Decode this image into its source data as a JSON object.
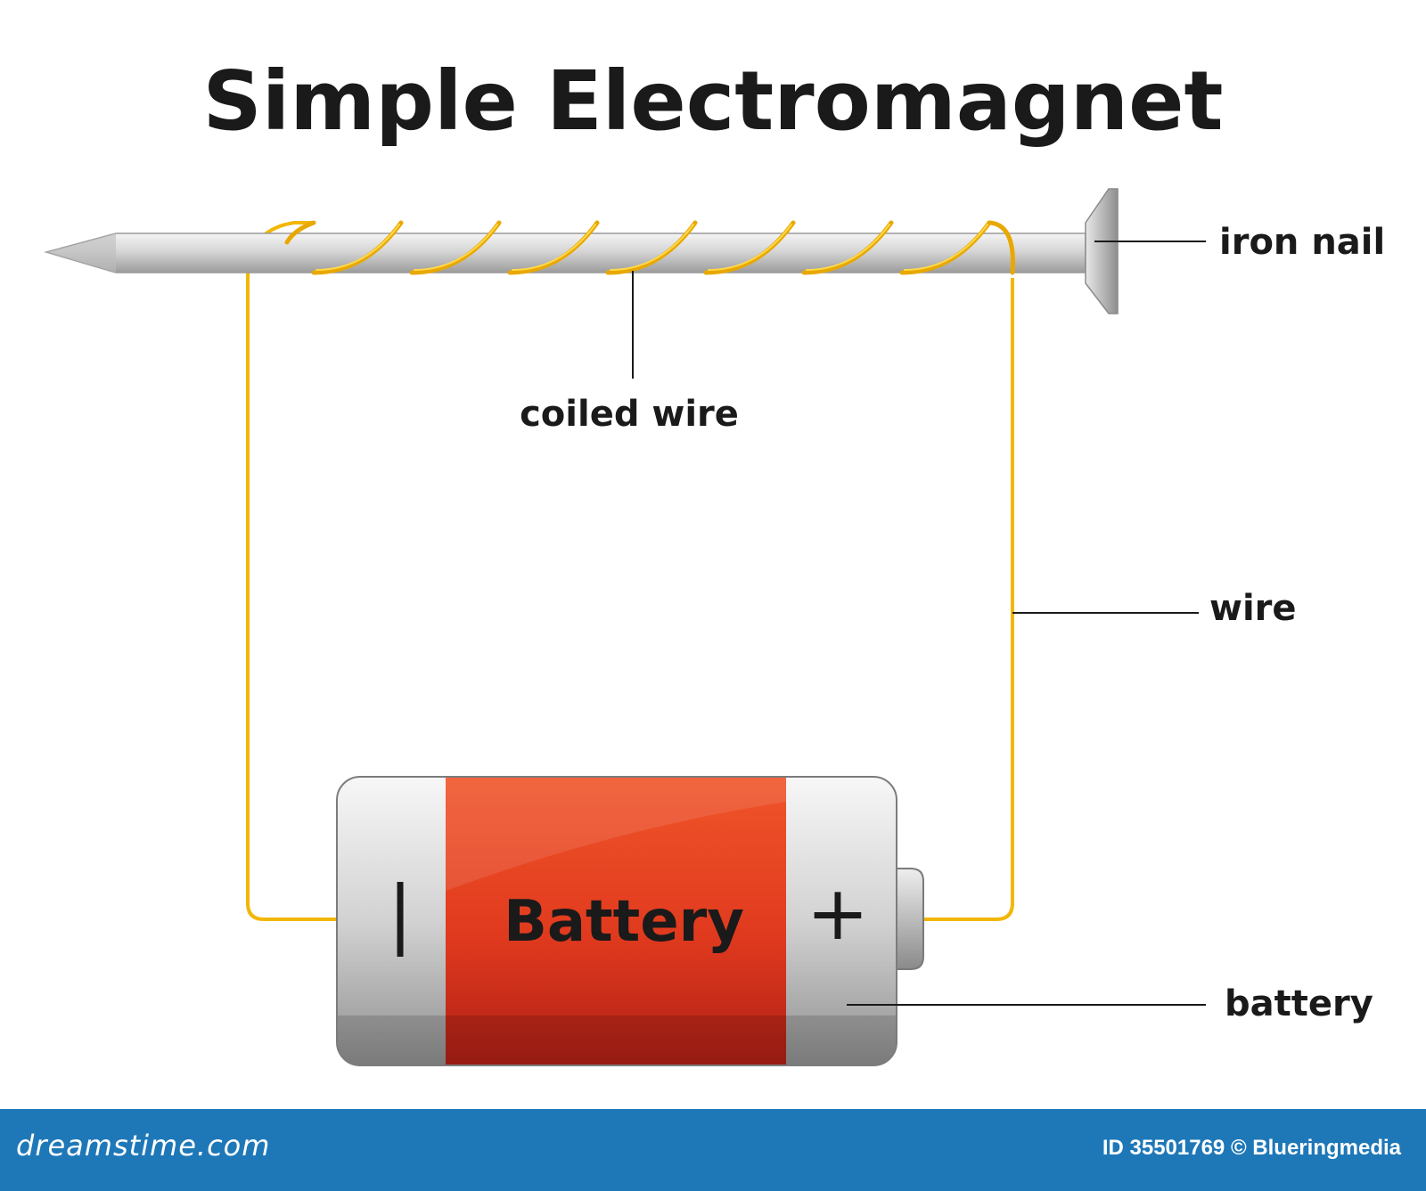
{
  "title": "Simple Electromagnet",
  "labels": {
    "iron_nail": "iron nail",
    "coiled_wire": "coiled wire",
    "wire": "wire",
    "battery": "battery"
  },
  "battery": {
    "text": "Battery",
    "negative_symbol": "|",
    "positive_symbol": "+"
  },
  "footer": {
    "site": "dreamstime.com",
    "credit": "ID 35501769 © Blueringmedia"
  },
  "colors": {
    "wire": "#f2b705",
    "battery_label": "#e8401c",
    "nail": "#c9c9c9",
    "footer": "#1e78b8"
  }
}
